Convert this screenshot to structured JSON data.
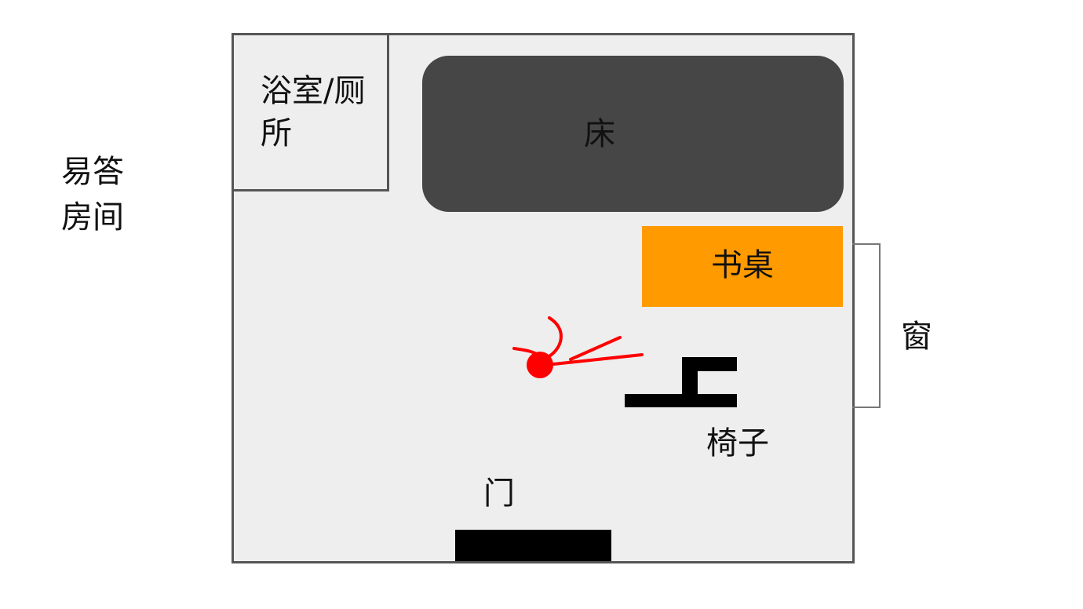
{
  "diagram": {
    "title": "易答房间",
    "bathroom": "浴室/厕所",
    "bed": "床",
    "desk": "书桌",
    "chair": "椅子",
    "door": "门",
    "window": "窗"
  },
  "colors": {
    "room_fill": "#eeeeee",
    "room_border": "#555555",
    "bed": "#464646",
    "desk": "#ff9a00",
    "chair": "#000000",
    "door": "#000000",
    "person": "#ff0000"
  },
  "icons": {
    "person": "person-stick-figure-icon"
  }
}
